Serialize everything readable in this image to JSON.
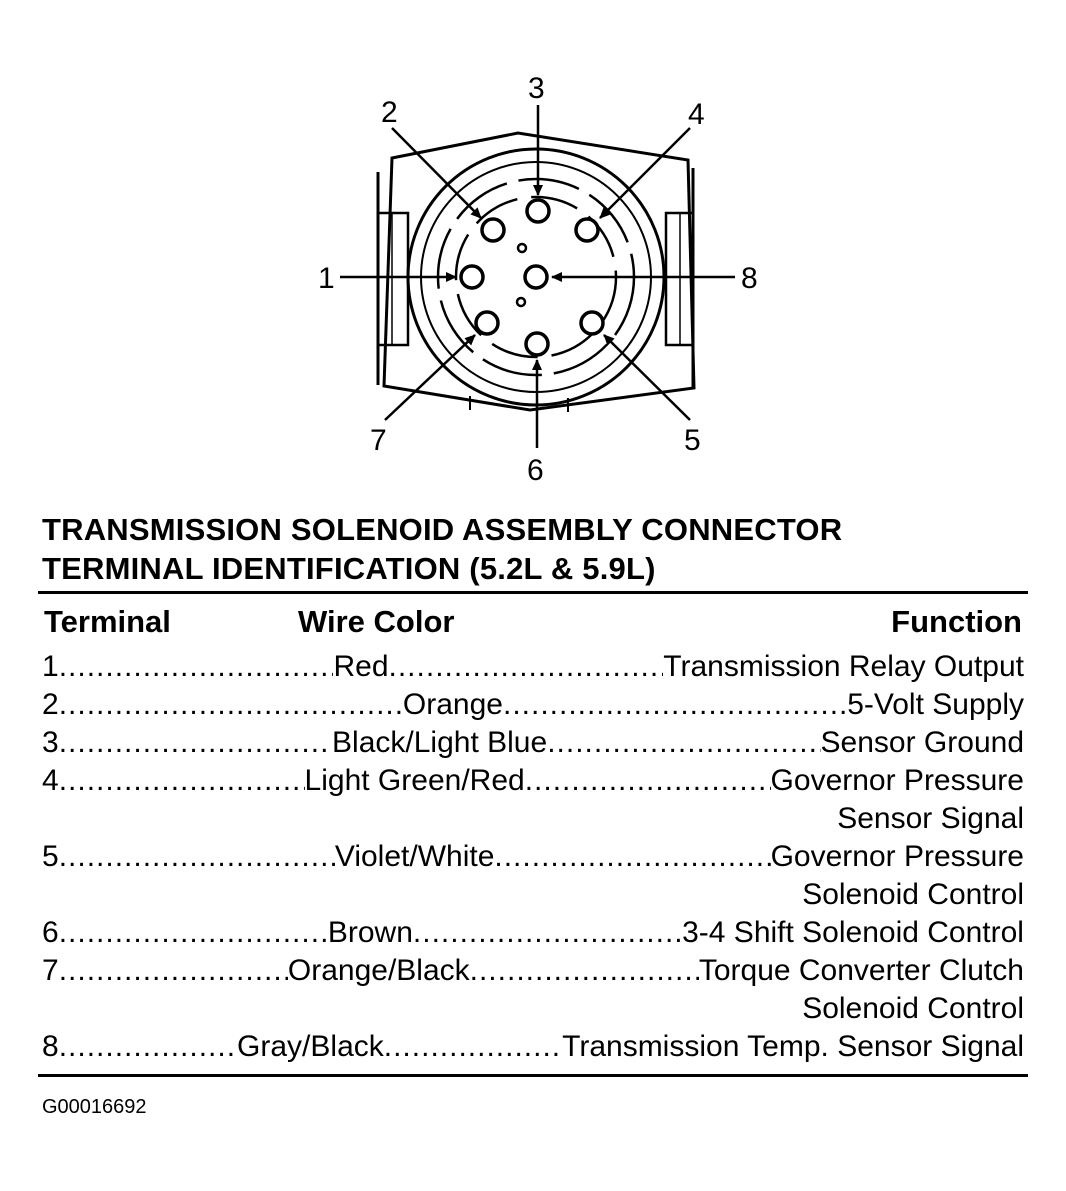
{
  "callouts": [
    "1",
    "2",
    "3",
    "4",
    "5",
    "6",
    "7",
    "8"
  ],
  "title_lines": [
    "TRANSMISSION SOLENOID ASSEMBLY CONNECTOR",
    "TERMINAL IDENTIFICATION (5.2L & 5.9L)"
  ],
  "table": {
    "headers": {
      "terminal": "Terminal",
      "wire_color": "Wire Color",
      "function": "Function"
    },
    "rows": [
      {
        "terminal": "1",
        "wire": "Red",
        "function": [
          "Transmission Relay Output"
        ]
      },
      {
        "terminal": "2",
        "wire": "Orange",
        "function": [
          "5-Volt Supply"
        ]
      },
      {
        "terminal": "3",
        "wire": "Black/Light Blue",
        "function": [
          "Sensor Ground"
        ]
      },
      {
        "terminal": "4",
        "wire": "Light Green/Red",
        "function": [
          "Governor Pressure",
          "Sensor Signal"
        ]
      },
      {
        "terminal": "5",
        "wire": "Violet/White",
        "function": [
          "Governor Pressure",
          "Solenoid Control"
        ]
      },
      {
        "terminal": "6",
        "wire": "Brown",
        "function": [
          "3-4 Shift Solenoid Control"
        ]
      },
      {
        "terminal": "7",
        "wire": "Orange/Black",
        "function": [
          "Torque Converter Clutch",
          "Solenoid Control"
        ]
      },
      {
        "terminal": "8",
        "wire": "Gray/Black",
        "function": [
          "Transmission Temp. Sensor Signal"
        ]
      }
    ]
  },
  "figure_id": "G00016692"
}
